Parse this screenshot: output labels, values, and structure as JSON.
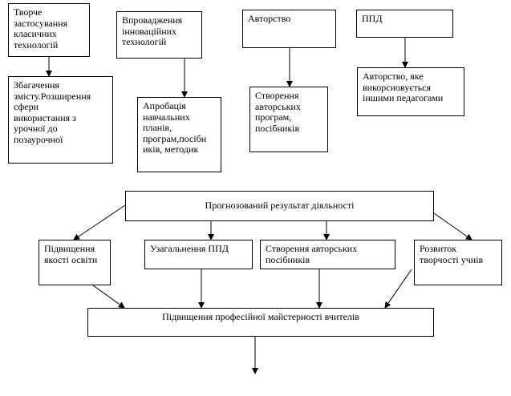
{
  "diagram": {
    "top_boxes": [
      {
        "id": "creative",
        "text": "Творче\nзастосування\nкласичних\nтехнологій"
      },
      {
        "id": "innovation",
        "text": "Впровадження\nінноваційних\nтехнологій"
      },
      {
        "id": "authorship",
        "text": "Авторство"
      },
      {
        "id": "ppd",
        "text": "ППД"
      }
    ],
    "second_boxes": [
      {
        "id": "enrichment",
        "text": "Збагачення\nзмісту.Розширення\nсфери\nвикористання з\nурочної до\nпозаурочної"
      },
      {
        "id": "approbation",
        "text": "Апробація\nнавчальних\nпланів,\nпрограм,посібн\nиків, методик"
      },
      {
        "id": "creation",
        "text": "Створення\nавторських\nпрограм,\nпосібників"
      },
      {
        "id": "ppd_used",
        "text": "Авторство, яке\nвикорсиовується\nіншими педагогами"
      }
    ],
    "forecast": "Прогнозований результат діяльності",
    "outcomes": [
      {
        "id": "quality",
        "text": "Підвищення\nякості освіти"
      },
      {
        "id": "generalization",
        "text": "Узагальнення ППД"
      },
      {
        "id": "author_manuals",
        "text": "Створення авторських\nпосібників"
      },
      {
        "id": "creativity",
        "text": "Розвиток\nтворчості учнів"
      }
    ],
    "mastery": "Підвищення професійної майстерності вчителів"
  }
}
